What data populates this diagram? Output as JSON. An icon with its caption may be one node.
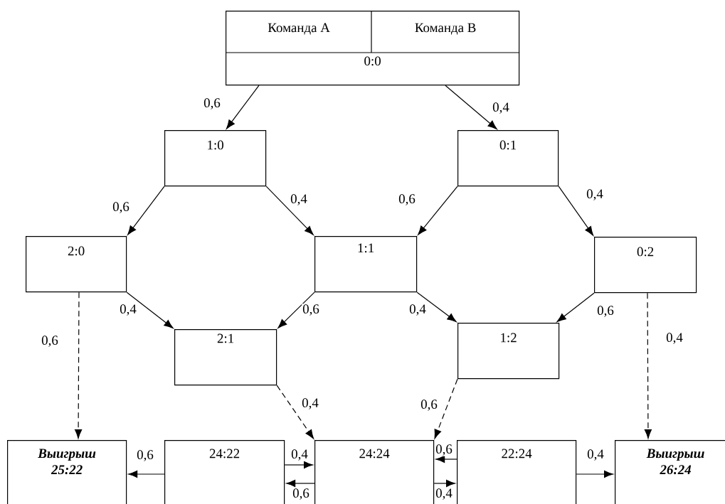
{
  "diagram": {
    "nodes": [
      {
        "text": [
          "Команда A",
          "Команда B",
          "0:0"
        ]
      },
      {
        "text": [
          "1:0"
        ]
      },
      {
        "text": [
          "0:1"
        ]
      },
      {
        "text": [
          "2:0"
        ]
      },
      {
        "text": [
          "1:1"
        ]
      },
      {
        "text": [
          "0:2"
        ]
      },
      {
        "text": [
          "2:1"
        ]
      },
      {
        "text": [
          "1:2"
        ]
      },
      {
        "text": [
          "Выигрыш 25:22"
        ]
      },
      {
        "text": [
          "24:22"
        ]
      },
      {
        "text": [
          "24:24"
        ]
      },
      {
        "text": [
          "22:24"
        ]
      },
      {
        "text": [
          "Выигрыш 26:24"
        ]
      }
    ],
    "edges": [
      {
        "from": 0,
        "to": 1,
        "arrow": "to",
        "label": "0,6"
      },
      {
        "from": 0,
        "to": 2,
        "arrow": "to",
        "label": "0,4"
      },
      {
        "from": 1,
        "to": 3,
        "arrow": "to",
        "label": "0,6"
      },
      {
        "from": 1,
        "to": 4,
        "arrow": "to",
        "label": "0,4"
      },
      {
        "from": 2,
        "to": 4,
        "arrow": "to",
        "label": "0,6"
      },
      {
        "from": 2,
        "to": 5,
        "arrow": "to",
        "label": "0,4"
      },
      {
        "from": 3,
        "to": 6,
        "arrow": "to",
        "label": "0,4"
      },
      {
        "from": 4,
        "to": 6,
        "arrow": "to",
        "label": "0,6"
      },
      {
        "from": 4,
        "to": 7,
        "arrow": "to",
        "label": "0,4"
      },
      {
        "from": 5,
        "to": 7,
        "arrow": "to",
        "label": "0,6"
      },
      {
        "from": 3,
        "to": 8,
        "arrow": "to",
        "label": "0,6",
        "style": "dashed"
      },
      {
        "from": 6,
        "to": 10,
        "arrow": "to",
        "label": "0,4",
        "style": "dashed"
      },
      {
        "from": 7,
        "to": 10,
        "arrow": "to",
        "label": "0,6",
        "style": "dashed"
      },
      {
        "from": 5,
        "to": 12,
        "arrow": "to",
        "label": "0,4",
        "style": "dashed"
      },
      {
        "from": 9,
        "to": 8,
        "arrow": "to",
        "label": "0,6"
      },
      {
        "from": 9,
        "to": 10,
        "arrow": "to",
        "label": "0,4"
      },
      {
        "from": 10,
        "to": 9,
        "arrow": "to",
        "label": "0,6"
      },
      {
        "from": 11,
        "to": 10,
        "arrow": "to",
        "label": "0,6"
      },
      {
        "from": 10,
        "to": 11,
        "arrow": "to",
        "label": "0,4"
      },
      {
        "from": 11,
        "to": 12,
        "arrow": "to",
        "label": "0,4"
      }
    ]
  }
}
